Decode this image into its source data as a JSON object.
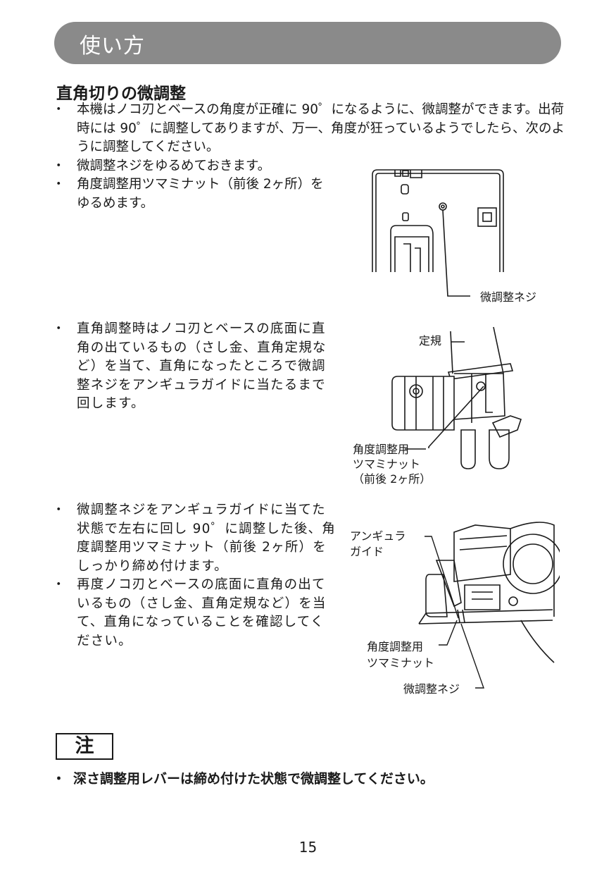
{
  "header": {
    "title": "使い方"
  },
  "section": {
    "title": "直角切りの微調整",
    "intro": [
      "本機はノコ刃とベースの角度が正確に 90゜になるように、微調整ができます。出荷時には 90゜に調整してありますが、万一、角度が狂っているようでしたら、次のように調整してください。",
      "微調整ネジをゆるめておきます。",
      "角度調整用ツマミナット（前後 2ヶ所）をゆるめます。"
    ],
    "step2": [
      "直角調整時はノコ刃とベースの底面に直角の出ているもの（さし金、直角定規など）を当て、直角になったところで微調整ネジをアンギュラガイドに当たるまで回します。"
    ],
    "step3": [
      "微調整ネジをアンギュラガイドに当てた状態で左右に回し 90゜に調整した後、角度調整用ツマミナット（前後 2ヶ所）をしっかり締め付けます。",
      "再度ノコ刃とベースの底面に直角の出ているもの（さし金、直角定規など）を当て、直角になっていることを確認してください。"
    ]
  },
  "figures": {
    "fig1": {
      "screw_label": "微調整ネジ"
    },
    "fig2": {
      "ruler_label": "定規",
      "knob_label_1": "角度調整用",
      "knob_label_2": "ツマミナット",
      "knob_label_3": "（前後 2ヶ所）"
    },
    "fig3": {
      "guide_label_1": "アンギュラ",
      "guide_label_2": "ガイド",
      "knob_label_1": "角度調整用",
      "knob_label_2": "ツマミナット",
      "screw_label": "微調整ネジ"
    }
  },
  "note": {
    "heading": "注",
    "text": "深さ調整用レバーは締め付けた状態で微調整してください。"
  },
  "page_number": "15"
}
